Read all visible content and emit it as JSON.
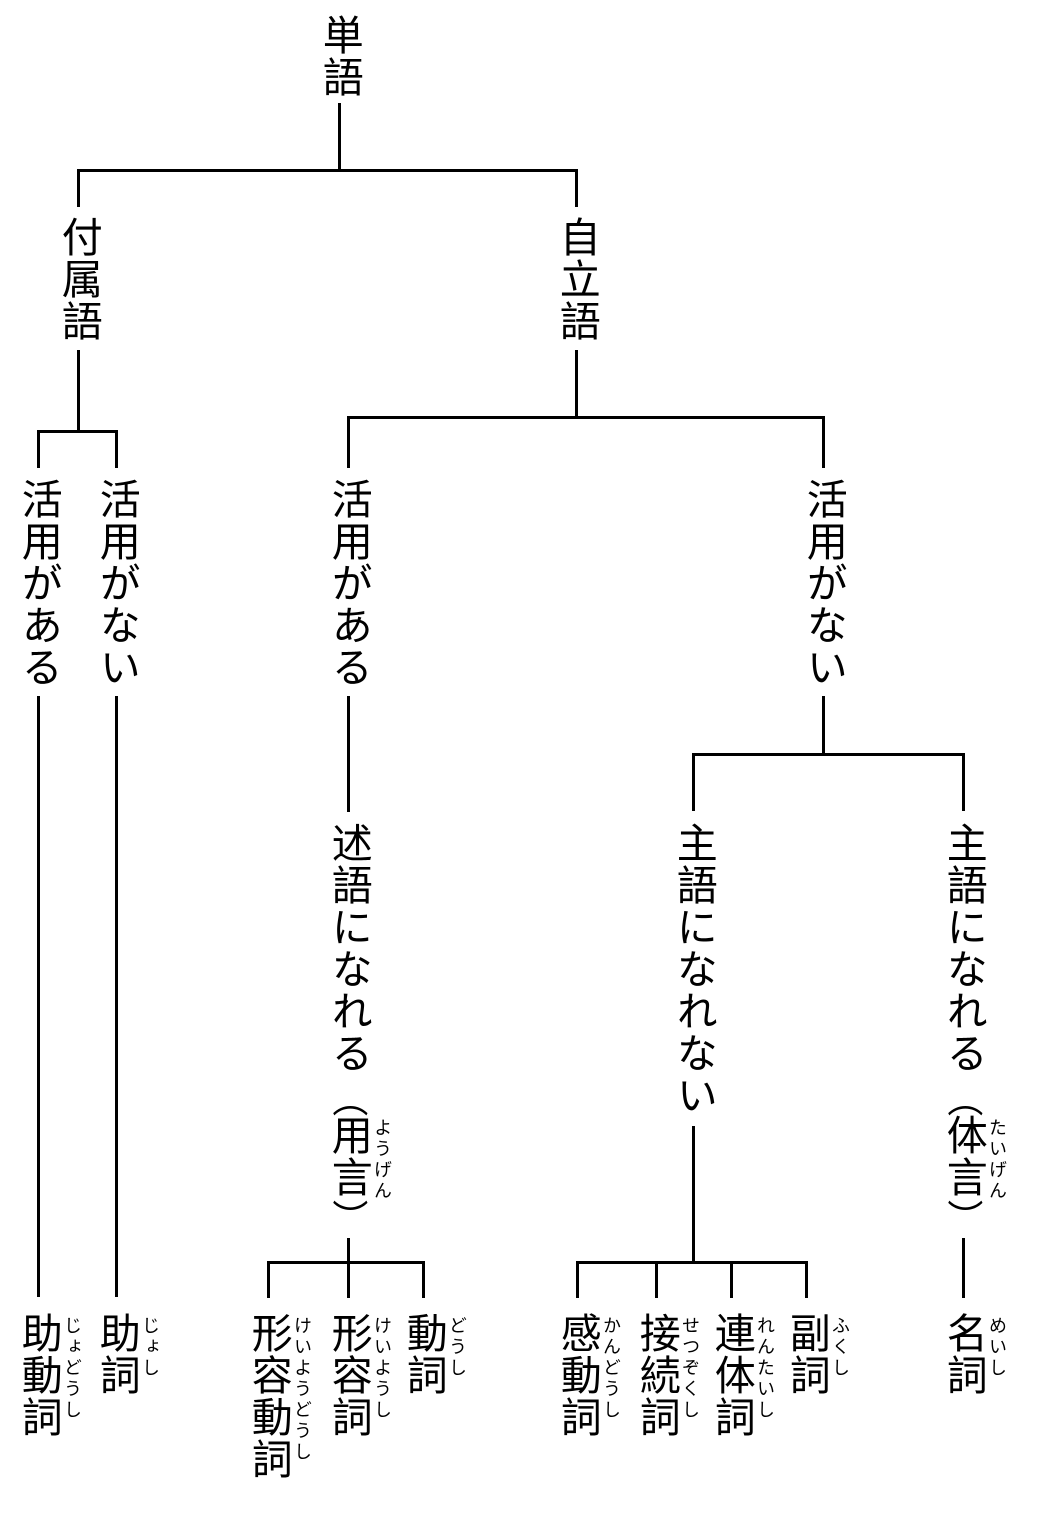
{
  "diagram": {
    "type": "tree",
    "writing_direction": "vertical",
    "colors": {
      "text": "#000000",
      "line": "#000000",
      "background": "#ffffff"
    },
    "nodes": {
      "tango": {
        "label": "単語"
      },
      "fuzokugo": {
        "label": "付属語"
      },
      "jiritsugo": {
        "label": "自立語"
      },
      "fuzoku_katsuyo_aru": {
        "label": "活用がある"
      },
      "fuzoku_katsuyo_nai": {
        "label": "活用がない"
      },
      "jiritsu_katsuyo_aru": {
        "label": "活用がある"
      },
      "jiritsu_katsuyo_nai": {
        "label": "活用がない"
      },
      "jutsugo_nareru": {
        "label": "述語になれる",
        "paren_open": "（",
        "paren_inner": "用言",
        "paren_close": "）",
        "furigana": "ようげん"
      },
      "shugo_narenai": {
        "label": "主語になれない"
      },
      "shugo_nareru": {
        "label": "主語になれる",
        "paren_open": "（",
        "paren_inner": "体言",
        "paren_close": "）",
        "furigana": "たいげん"
      }
    },
    "leaves": {
      "jodoushi": {
        "label": "助動詞",
        "furigana": "じょどうし"
      },
      "joshi": {
        "label": "助詞",
        "furigana": "じょし"
      },
      "keiyoudoushi": {
        "label": "形容動詞",
        "furigana": "けいようどうし"
      },
      "keiyoushi": {
        "label": "形容詞",
        "furigana": "けいようし"
      },
      "doushi": {
        "label": "動詞",
        "furigana": "どうし"
      },
      "kandoushi": {
        "label": "感動詞",
        "furigana": "かんどうし"
      },
      "setsuzokushi": {
        "label": "接続詞",
        "furigana": "せつぞくし"
      },
      "rentaishi": {
        "label": "連体詞",
        "furigana": "れんたいし"
      },
      "fukushi": {
        "label": "副詞",
        "furigana": "ふくし"
      },
      "meishi": {
        "label": "名詞",
        "furigana": "めいし"
      }
    },
    "edges": [
      [
        "tango",
        "fuzokugo"
      ],
      [
        "tango",
        "jiritsugo"
      ],
      [
        "fuzokugo",
        "fuzoku_katsuyo_aru"
      ],
      [
        "fuzokugo",
        "fuzoku_katsuyo_nai"
      ],
      [
        "fuzoku_katsuyo_aru",
        "jodoushi"
      ],
      [
        "fuzoku_katsuyo_nai",
        "joshi"
      ],
      [
        "jiritsugo",
        "jiritsu_katsuyo_aru"
      ],
      [
        "jiritsugo",
        "jiritsu_katsuyo_nai"
      ],
      [
        "jiritsu_katsuyo_aru",
        "jutsugo_nareru"
      ],
      [
        "jutsugo_nareru",
        "doushi"
      ],
      [
        "jutsugo_nareru",
        "keiyoushi"
      ],
      [
        "jutsugo_nareru",
        "keiyoudoushi"
      ],
      [
        "jiritsu_katsuyo_nai",
        "shugo_narenai"
      ],
      [
        "jiritsu_katsuyo_nai",
        "shugo_nareru"
      ],
      [
        "shugo_narenai",
        "fukushi"
      ],
      [
        "shugo_narenai",
        "rentaishi"
      ],
      [
        "shugo_narenai",
        "setsuzokushi"
      ],
      [
        "shugo_narenai",
        "kandoushi"
      ],
      [
        "shugo_nareru",
        "meishi"
      ]
    ]
  }
}
